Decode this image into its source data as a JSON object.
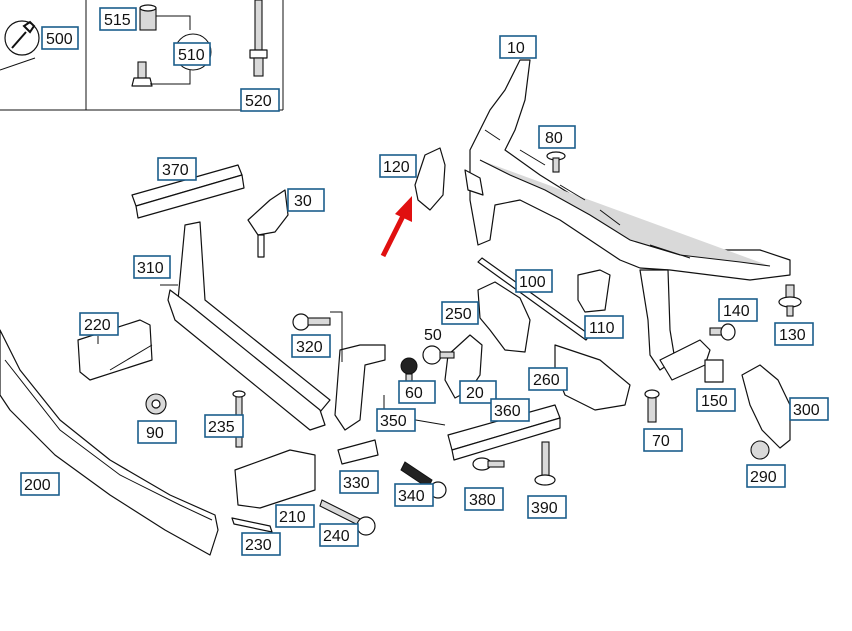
{
  "callouts": {
    "c500": "500",
    "c515": "515",
    "c510": "510",
    "c520": "520",
    "c10": "10",
    "c80": "80",
    "c120": "120",
    "c370": "370",
    "c30": "30",
    "c310": "310",
    "c100": "100",
    "c250": "250",
    "c110": "110",
    "c140": "140",
    "c130": "130",
    "c220": "220",
    "c320": "320",
    "c60": "60",
    "c20": "20",
    "c260": "260",
    "c150": "150",
    "c300": "300",
    "c90": "90",
    "c235": "235",
    "c350": "350",
    "c360": "360",
    "c70": "70",
    "c290": "290",
    "c200": "200",
    "c330": "330",
    "c340": "340",
    "c380": "380",
    "c390": "390",
    "c210": "210",
    "c240": "240",
    "c230": "230"
  },
  "plain_labels": {
    "l50": "50"
  },
  "colors": {
    "callout_border": "#1c5e8c",
    "arrow": "#e01010",
    "line": "#111111"
  },
  "icons": {
    "tool": "wrench-icon",
    "arrow": "red-pointer-arrow"
  }
}
